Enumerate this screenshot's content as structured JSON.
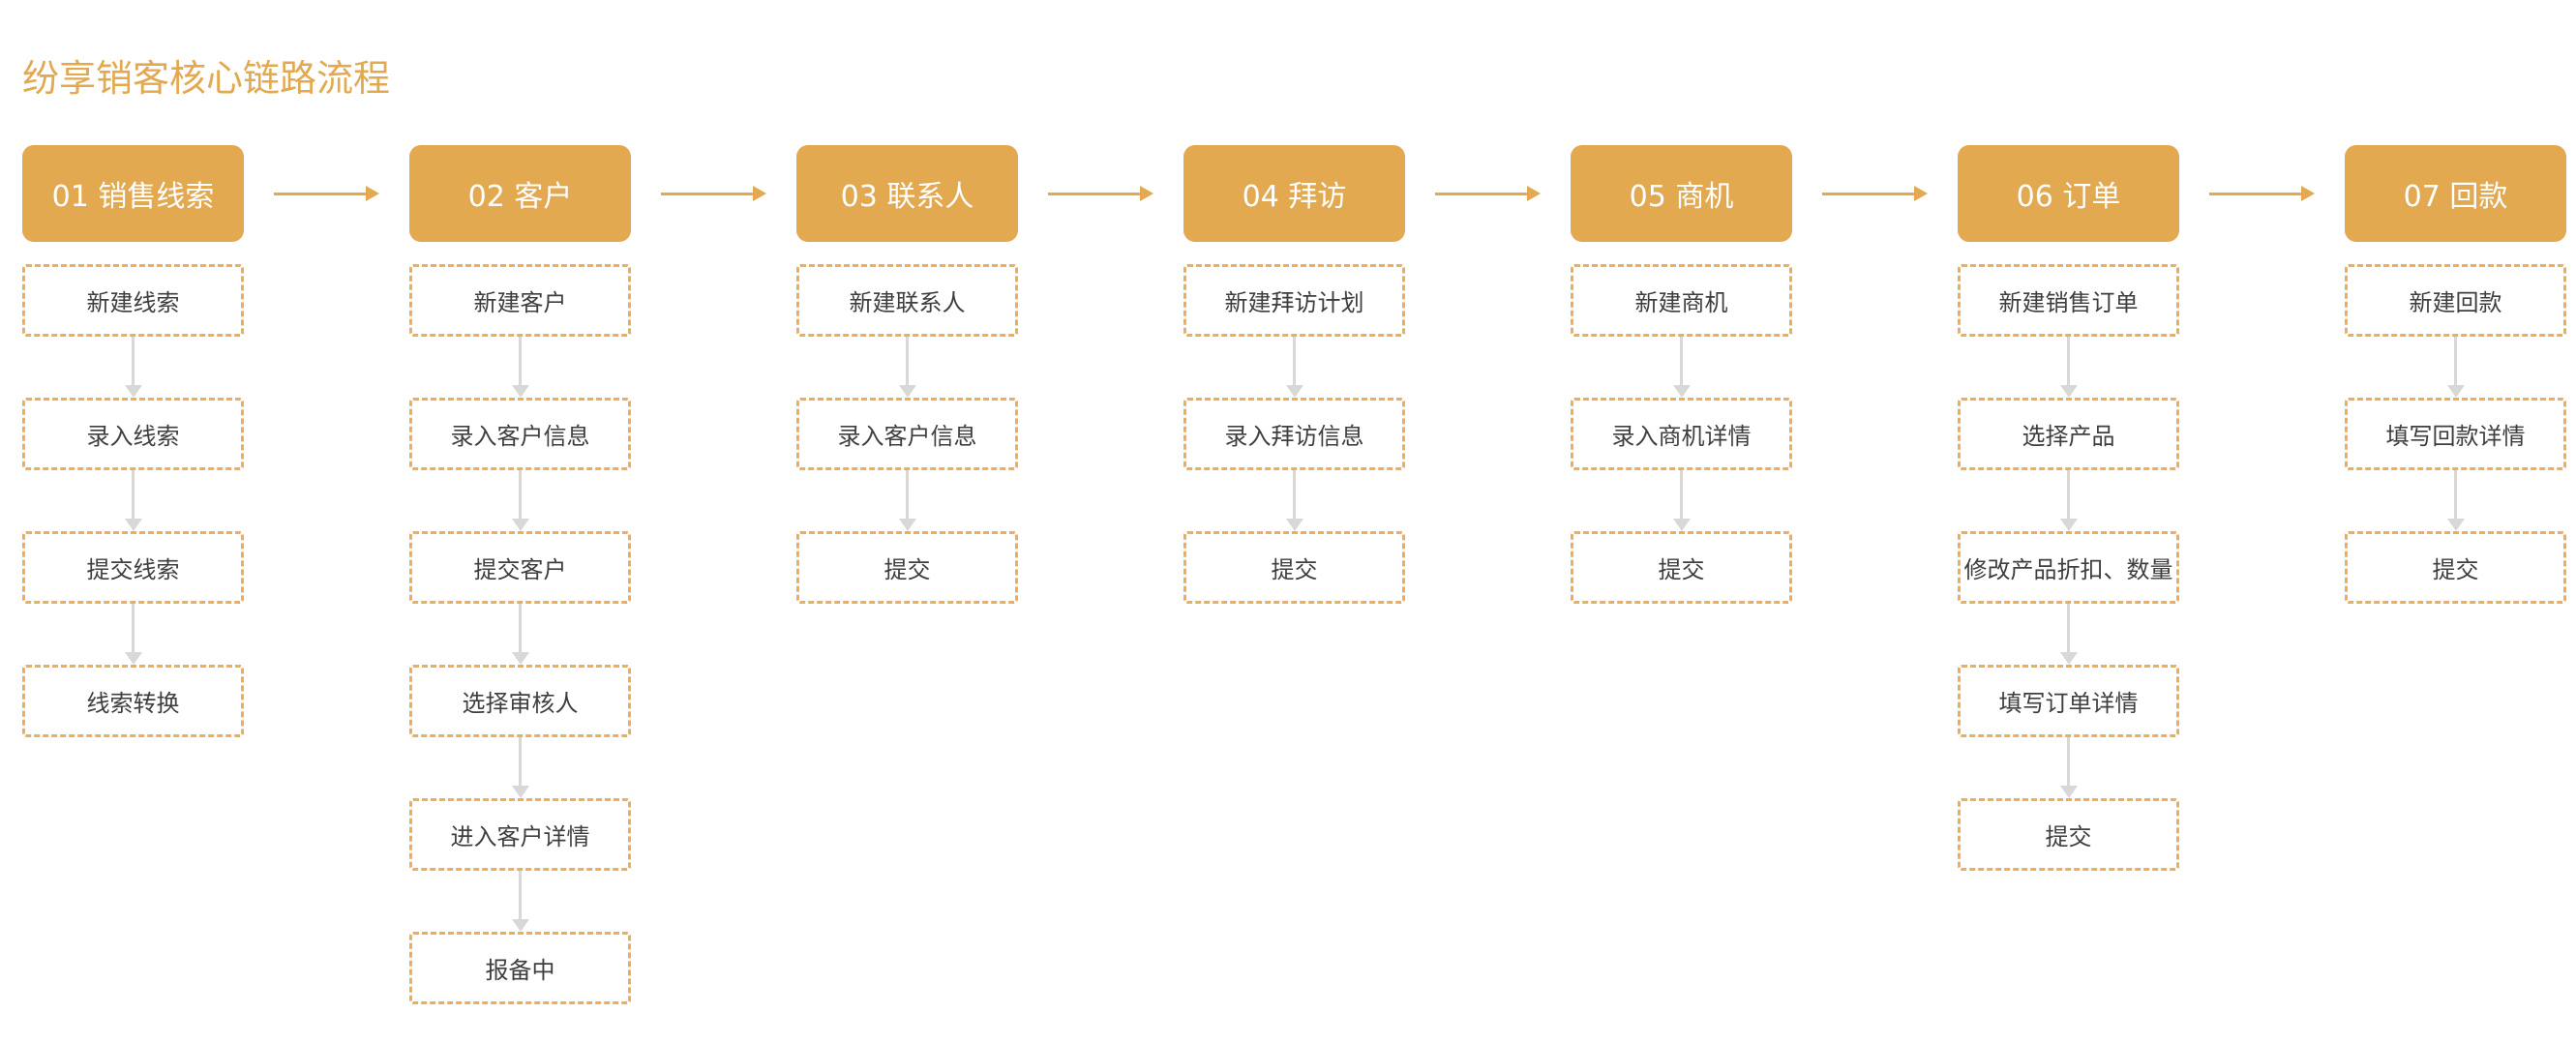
{
  "page": {
    "title": "纷享销客核心链路流程"
  },
  "colors": {
    "accent": "#E2A951",
    "dash_border": "#F1AC55",
    "header_text": "#FFFFFF",
    "step_text": "#3E3E3E",
    "gray_arrow": "#D8D8D8",
    "page_bg": "#FFFFFF"
  },
  "flow": {
    "columns": [
      {
        "id": "01",
        "label": "01 销售线索",
        "steps": [
          "新建线索",
          "录入线索",
          "提交线索",
          "线索转换"
        ]
      },
      {
        "id": "02",
        "label": "02 客户",
        "steps": [
          "新建客户",
          "录入客户信息",
          "提交客户",
          "选择审核人",
          "进入客户详情",
          "报备中"
        ]
      },
      {
        "id": "03",
        "label": "03 联系人",
        "steps": [
          "新建联系人",
          "录入客户信息",
          "提交"
        ]
      },
      {
        "id": "04",
        "label": "04 拜访",
        "steps": [
          "新建拜访计划",
          "录入拜访信息",
          "提交"
        ]
      },
      {
        "id": "05",
        "label": "05 商机",
        "steps": [
          "新建商机",
          "录入商机详情",
          "提交"
        ]
      },
      {
        "id": "06",
        "label": "06 订单",
        "steps": [
          "新建销售订单",
          "选择产品",
          "修改产品折扣、数量",
          "填写订单详情",
          "提交"
        ]
      },
      {
        "id": "07",
        "label": "07 回款",
        "steps": [
          "新建回款",
          "填写回款详情",
          "提交"
        ]
      }
    ]
  }
}
